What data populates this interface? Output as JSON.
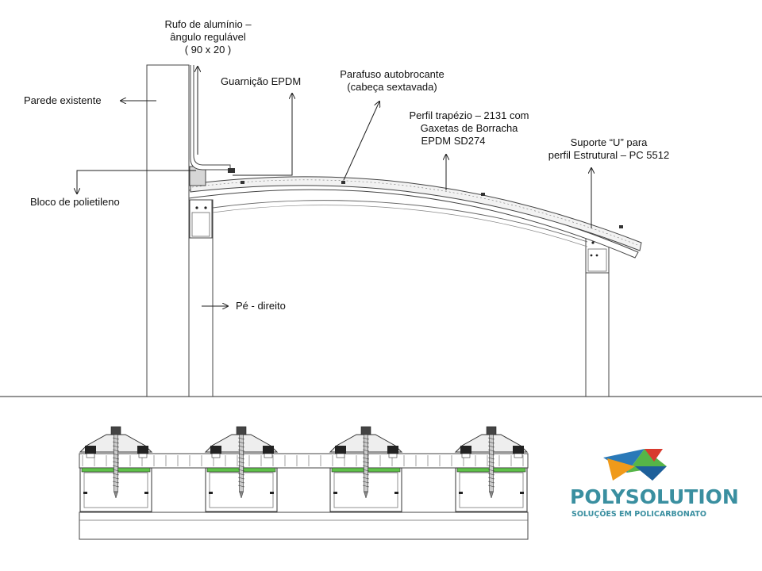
{
  "labels": {
    "rufo": [
      "Rufo de alumínio –",
      "ângulo regulável",
      "( 90 x 20 )"
    ],
    "parede": "Parede existente",
    "guarnicao": "Guarnição  EPDM",
    "parafuso": [
      "Parafuso  autobrocante",
      "(cabeça sextavada)"
    ],
    "perfil": [
      "Perfil trapézio – 2131 com",
      "Gaxetas  de Borracha",
      "EPDM  SD274"
    ],
    "suporte": [
      "Suporte  “U”  para",
      "perfil Estrutural – PC  5512"
    ],
    "bloco": "Bloco  de polietileno",
    "pe": "Pé - direito"
  },
  "logo": {
    "name": "POLYSOLUTION",
    "tagline": "SOLUÇÕES EM POLICARBONATO",
    "colors": {
      "text": "#3a8fa0",
      "blue": "#2a79b8",
      "green": "#56b548",
      "orange": "#f09a1a",
      "red": "#d83a2e"
    }
  },
  "colors": {
    "line": "#333333",
    "gasket": "#5fc24a",
    "panel": "#f2f2f2"
  }
}
